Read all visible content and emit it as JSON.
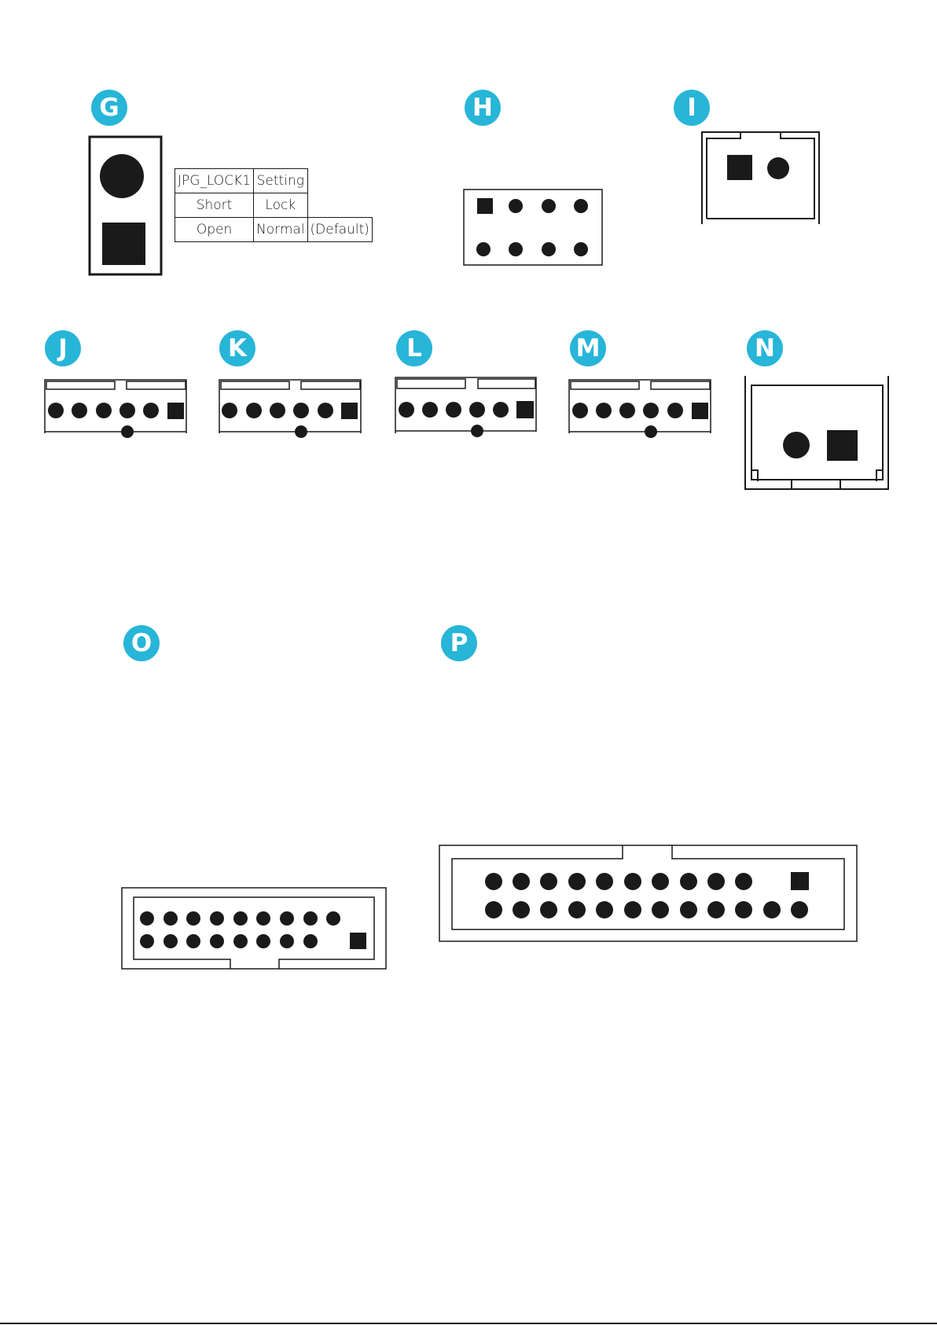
{
  "labels": {
    "G": "G",
    "H": "H",
    "I": "I",
    "J": "J",
    "K": "K",
    "L": "L",
    "M": "M",
    "N": "N",
    "O": "O",
    "P": "P"
  },
  "jumper_table": {
    "header": [
      "JPG_LOCK1",
      "Setting"
    ],
    "rows": [
      [
        "Short",
        "Lock",
        ""
      ],
      [
        "Open",
        "Normal",
        "(Default)"
      ]
    ]
  },
  "colors": {
    "badge": "#27b5d8",
    "ink": "#1a1a1a",
    "background": "#ffffff"
  }
}
